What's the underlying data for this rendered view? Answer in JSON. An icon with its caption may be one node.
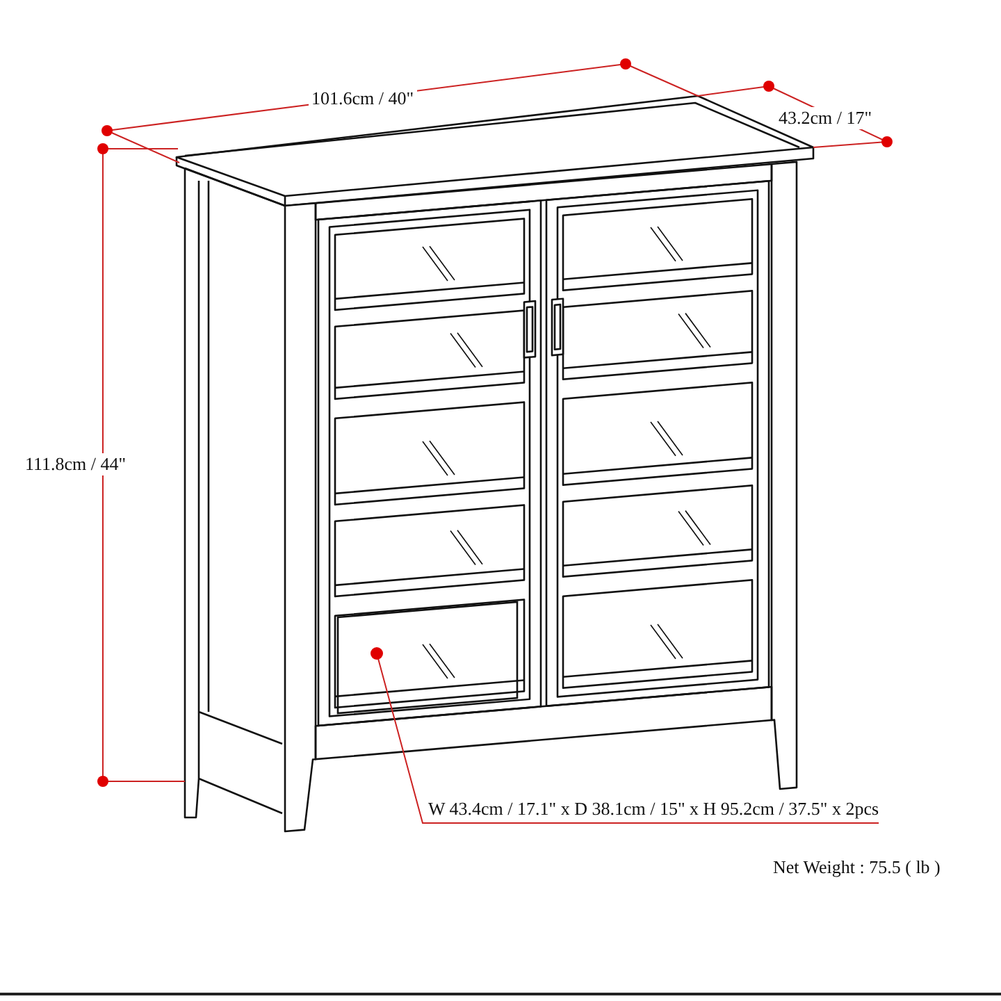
{
  "diagram": {
    "nodes": [
      {
        "text": [
          "W 43.4cm / 17.1\" x D 38.1cm / 15\" x H 95.2cm / 37.5\" x 2pcs"
        ]
      },
      {
        "text": [],
        "shape": "box"
      }
    ],
    "edges": [
      {
        "from": 0,
        "to": 1,
        "arrow": "other",
        "color": "#cc2222"
      }
    ],
    "labels": [
      "101.6cm / 40\"",
      "43.2cm / 17\"",
      "111.8cm / 44\"",
      "Net Weight :  75.5 ( lb )"
    ]
  }
}
